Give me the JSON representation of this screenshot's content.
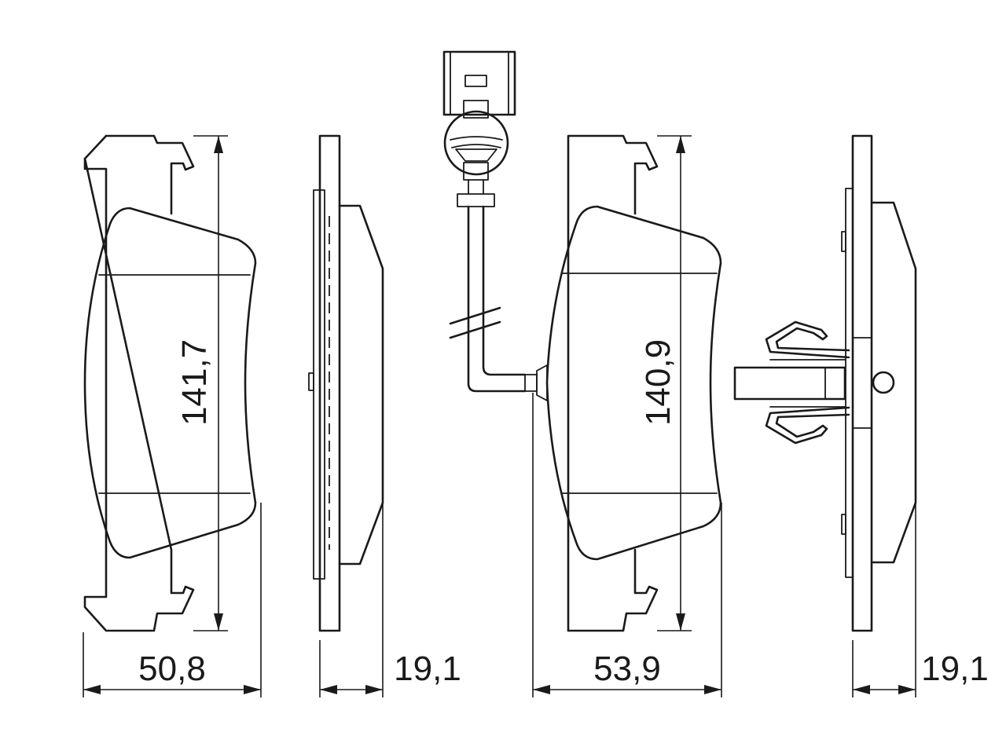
{
  "dimensions": {
    "pad1_width": "50,8",
    "pad1_height": "141,7",
    "pad1_thickness": "19,1",
    "pad2_width": "53,9",
    "pad2_height": "140,9",
    "pad2_thickness": "19,1"
  }
}
